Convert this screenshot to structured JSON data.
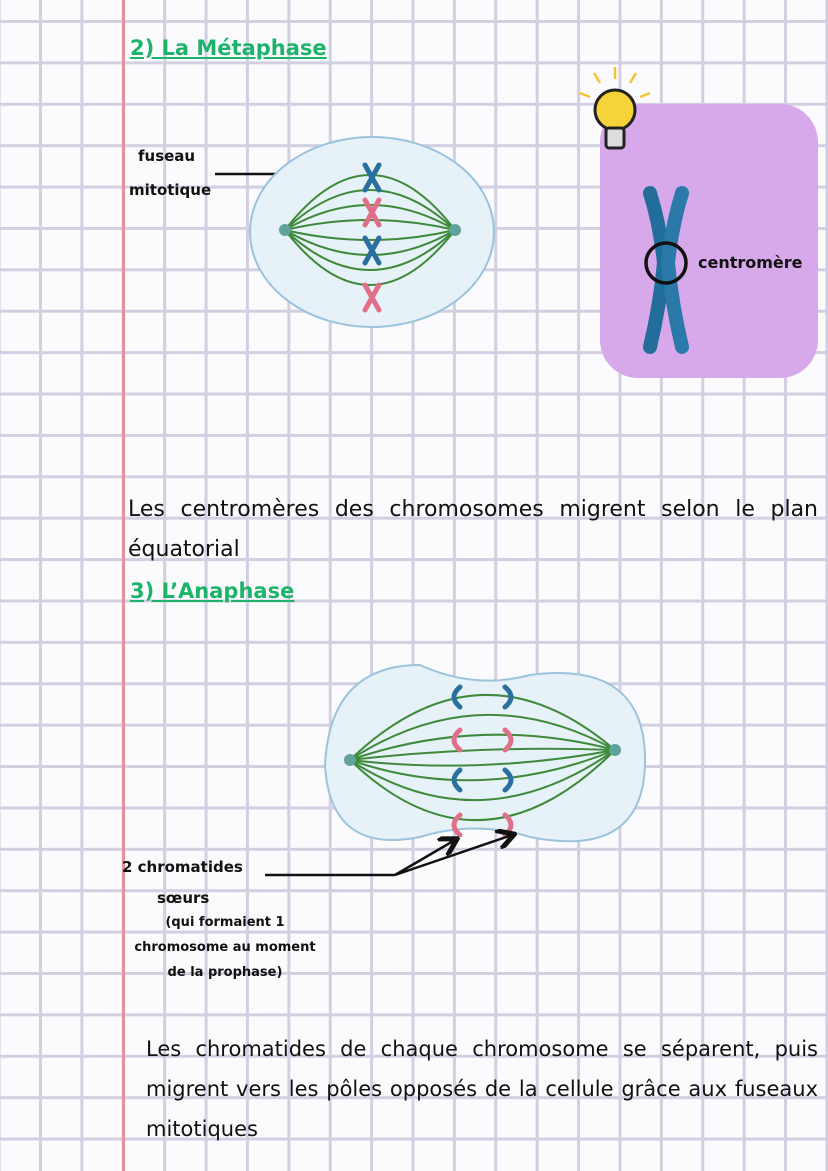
{
  "sections": [
    {
      "title": "2) La Métaphase",
      "label_spindle": "fuseau mitotique",
      "label_spindle_l1": "fuseau",
      "label_spindle_l2": "mitotique",
      "label_centromere": "centromère",
      "text": "Les centromères des chromosomes migrent selon le plan équatorial"
    },
    {
      "title": "3) L’Anaphase",
      "label_l1": "2 chromatides",
      "label_l2": "sœurs",
      "note_l1": "(qui formaient 1",
      "note_l2": "chromosome au moment",
      "note_l3": "de la prophase)",
      "text": "Les chromatides de chaque chromosome se séparent, puis migrent vers les pôles opposés de la cellule grâce aux fuseaux mitotiques"
    }
  ],
  "colors": {
    "heading": "#1db36a",
    "margin": "#e8909a",
    "grid": "#d3cfe2",
    "card": "#d7a8ea",
    "spindle": "#3f8a3a",
    "chrom_blue": "#2a6f9e",
    "chrom_pink": "#e0708a"
  }
}
